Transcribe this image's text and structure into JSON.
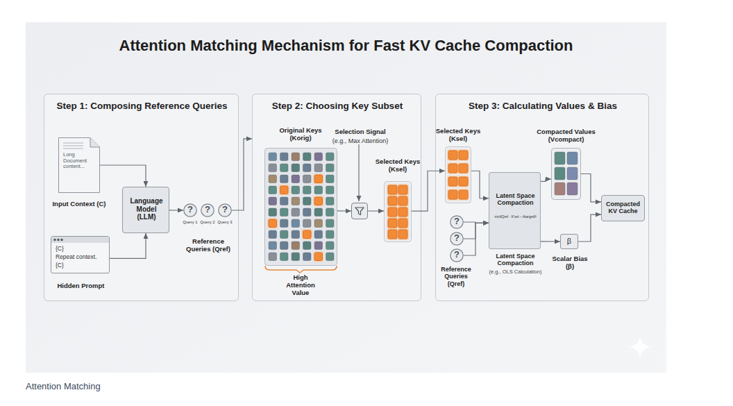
{
  "diagram": {
    "title": "Attention Matching Mechanism for Fast KV Cache Compaction",
    "caption": "Attention Matching",
    "nodes": [
      {
        "text": [
          "Step 1: Composing Reference Queries"
        ]
      },
      {
        "text": [
          "Step 2: Choosing Key Subset"
        ]
      },
      {
        "text": [
          "Step 3: Calculating Values & Bias"
        ]
      },
      {
        "text": [
          "Long Document content...",
          "Input Context (C)"
        ],
        "in": 0
      },
      {
        "text": [
          "Language Model (LLM)"
        ],
        "in": 0
      },
      {
        "text": [
          "{C}",
          "Repeat context.",
          "{C}",
          "Hidden Prompt"
        ],
        "in": 0
      },
      {
        "text": [
          "?",
          "Query 1"
        ],
        "in": 0
      },
      {
        "text": [
          "?",
          "Query 2"
        ],
        "in": 0
      },
      {
        "text": [
          "?",
          "Query 3"
        ],
        "in": 0
      },
      {
        "text": [
          "Original Keys (Korig)",
          "High Attention Value"
        ],
        "in": 1
      },
      {
        "text": [
          "Selection Signal",
          "(e.g., Max Attention)"
        ],
        "in": 1
      },
      {
        "text": [
          "Selected Keys (Ksel)"
        ],
        "in": 1
      },
      {
        "text": [
          "Selected Keys (Ksel)"
        ],
        "in": 2
      },
      {
        "text": [
          "?"
        ],
        "in": 2
      },
      {
        "text": [
          "?"
        ],
        "in": 2
      },
      {
        "text": [
          "?"
        ],
        "in": 2
      },
      {
        "text": [
          "Latent Space Compaction",
          "min‖Qref · K'sel − Atarget‖²",
          "Latent Space Compaction",
          "(e.g., OLS Calculation)"
        ],
        "in": 2
      },
      {
        "text": [
          "Compacted Values (Vcompact)"
        ],
        "in": 2
      },
      {
        "text": [
          "β",
          "Scalar Bias (β)"
        ],
        "in": 2
      },
      {
        "text": [
          "Compacted KV Cache"
        ],
        "in": 2
      }
    ],
    "edges": [
      {
        "from": 3,
        "to": 4,
        "arrow": "to"
      },
      {
        "from": 5,
        "to": 4,
        "arrow": "to"
      },
      {
        "from": 4,
        "to": 6,
        "arrow": "to"
      },
      {
        "from": 8,
        "to": 1,
        "arrow": "to"
      },
      {
        "from": 9,
        "to": 10,
        "arrow": "to"
      },
      {
        "from": 10,
        "to": 11,
        "arrow": "to"
      },
      {
        "from": 11,
        "to": 12,
        "arrow": "to"
      },
      {
        "from": 12,
        "to": 16,
        "arrow": "to"
      },
      {
        "from": 13,
        "to": 16,
        "arrow": "to"
      },
      {
        "from": 14,
        "to": 16,
        "arrow": "to"
      },
      {
        "from": 15,
        "to": 16,
        "arrow": "to"
      },
      {
        "from": 16,
        "to": 17,
        "arrow": "to"
      },
      {
        "from": 16,
        "to": 18,
        "arrow": "to"
      },
      {
        "from": 17,
        "to": 19,
        "arrow": "to"
      },
      {
        "from": 18,
        "to": 19,
        "arrow": "to"
      }
    ],
    "labels": [
      "Reference Queries (Qref)",
      "Reference Queries (Qref)"
    ]
  }
}
